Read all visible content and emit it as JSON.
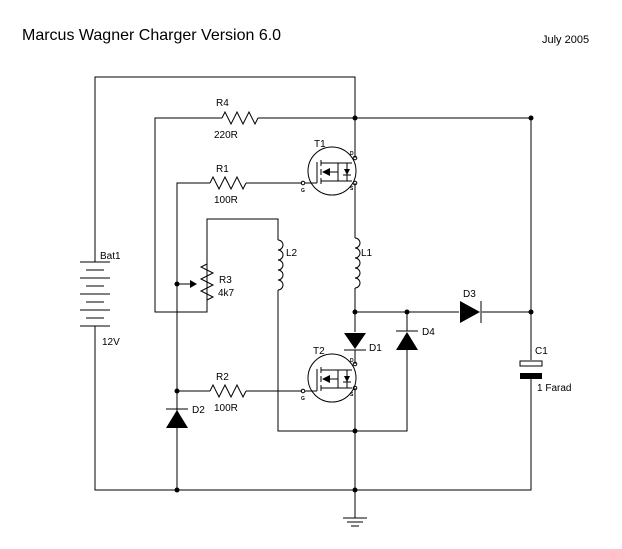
{
  "header": {
    "title": "Marcus Wagner Charger Version 6.0",
    "date": "July 2005"
  },
  "components": {
    "bat1": {
      "ref": "Bat1",
      "value": "12V"
    },
    "r4": {
      "ref": "R4",
      "value": "220R"
    },
    "r1": {
      "ref": "R1",
      "value": "100R"
    },
    "r2": {
      "ref": "R2",
      "value": "100R"
    },
    "r3": {
      "ref": "R3",
      "value": "4k7"
    },
    "t1": {
      "ref": "T1"
    },
    "t2": {
      "ref": "T2"
    },
    "l1": {
      "ref": "L1"
    },
    "l2": {
      "ref": "L2"
    },
    "d1": {
      "ref": "D1"
    },
    "d2": {
      "ref": "D2"
    },
    "d3": {
      "ref": "D3"
    },
    "d4": {
      "ref": "D4"
    },
    "c1": {
      "ref": "C1",
      "value": "1 Farad"
    }
  },
  "pins": {
    "gate": "G",
    "drain": "D",
    "source": "S"
  }
}
